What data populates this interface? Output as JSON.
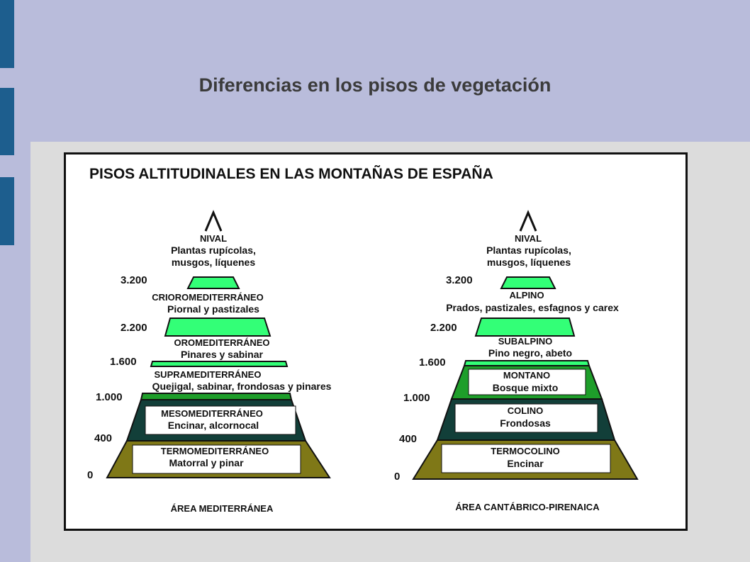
{
  "slide": {
    "title": "Diferencias en los pisos de vegetación"
  },
  "diagram": {
    "title": "PISOS ALTITUDINALES EN LAS MONTAÑAS DE ESPAÑA",
    "colors": {
      "light_green": "#33ff77",
      "green": "#1e9e2a",
      "dark_teal": "#123f39",
      "olive": "#7f7817",
      "white": "#ffffff",
      "black": "#111111"
    },
    "mediterranean": {
      "caption": "ÁREA MEDITERRÁNEA",
      "altitudes": [
        "3.200",
        "2.200",
        "1.600",
        "1.000",
        "400",
        "0"
      ],
      "nival": {
        "name": "NIVAL",
        "line1": "Plantas rupícolas,",
        "line2": "musgos, líquenes"
      },
      "crioro": {
        "name": "CRIOROMEDITERRÁNEO",
        "desc": "Piornal y pastizales"
      },
      "oro": {
        "name": "OROMEDITERRÁNEO",
        "desc": "Pinares y sabinar"
      },
      "supra": {
        "name": "SUPRAMEDITERRÁNEO",
        "desc": "Quejigal, sabinar, frondosas y pinares"
      },
      "meso": {
        "name": "MESOMEDITERRÁNEO",
        "desc": "Encinar, alcornocal"
      },
      "termo": {
        "name": "TERMOMEDITERRÁNEO",
        "desc": "Matorral y pinar"
      }
    },
    "cantabrian": {
      "caption": "ÁREA CANTÁBRICO-PIRENAICA",
      "altitudes": [
        "3.200",
        "2.200",
        "1.600",
        "1.000",
        "400",
        "0"
      ],
      "nival": {
        "name": "NIVAL",
        "line1": "Plantas rupícolas,",
        "line2": "musgos, líquenes"
      },
      "alpino": {
        "name": "ALPINO",
        "desc": "Prados, pastizales, esfagnos y carex"
      },
      "subalpino": {
        "name": "SUBALPINO",
        "desc": "Pino negro, abeto"
      },
      "montano": {
        "name": "MONTANO",
        "desc": "Bosque mixto"
      },
      "colino": {
        "name": "COLINO",
        "desc": "Frondosas"
      },
      "termocolino": {
        "name": "TERMOCOLINO",
        "desc": "Encinar"
      }
    }
  }
}
